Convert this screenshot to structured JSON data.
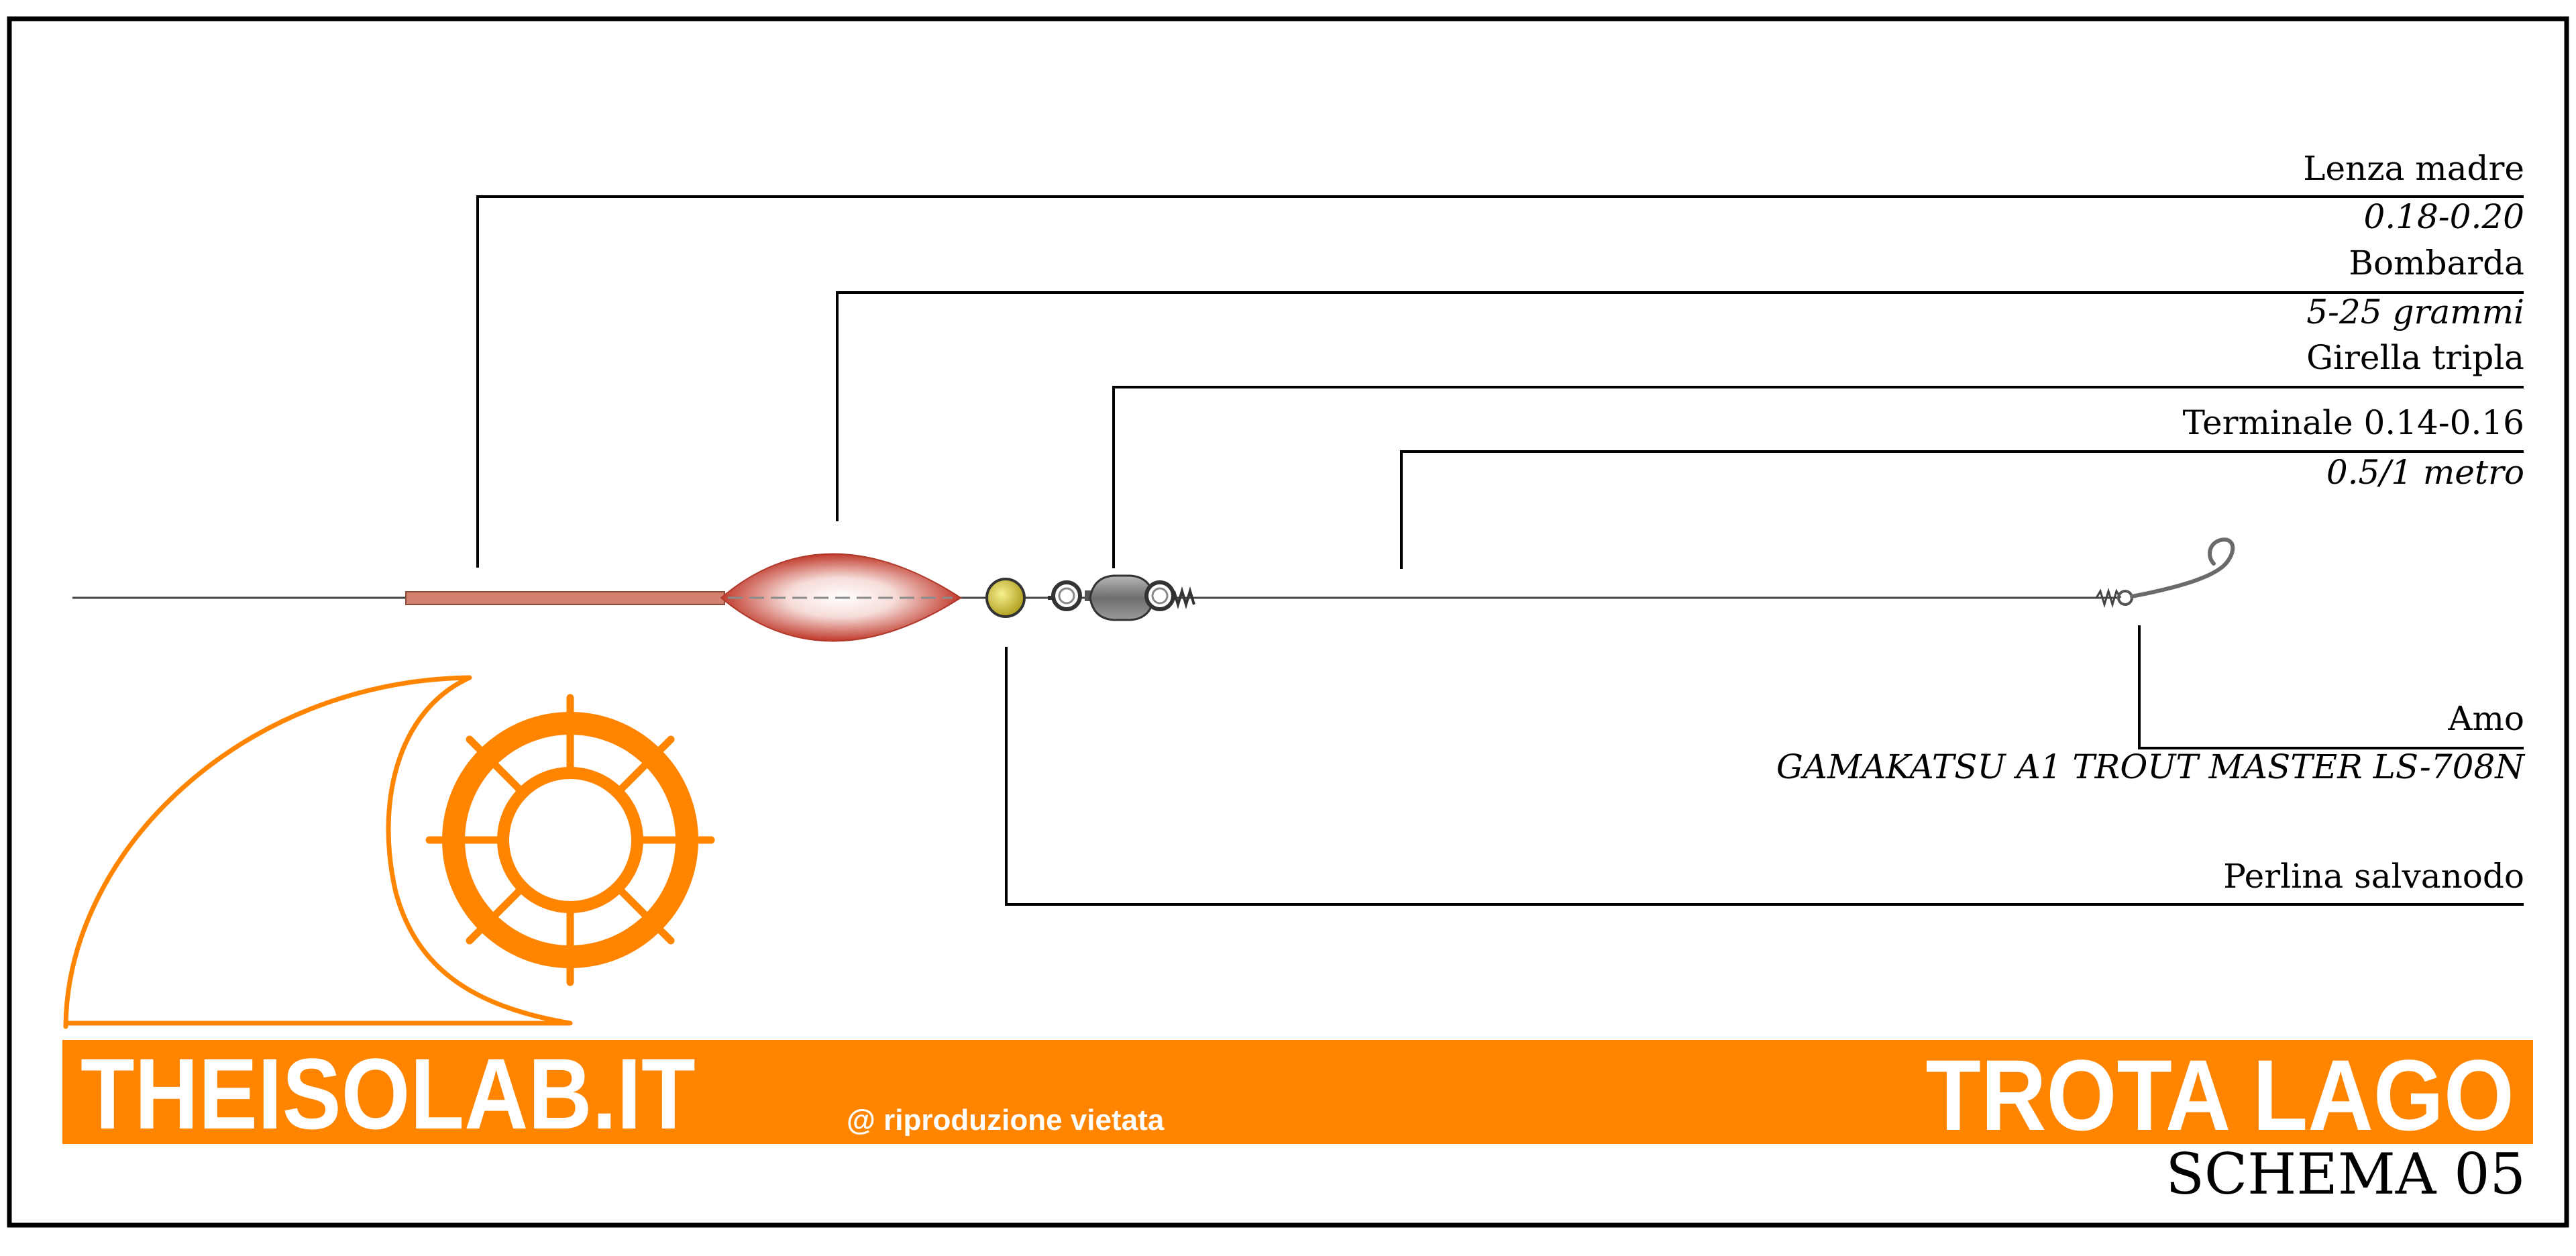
{
  "labels": {
    "lenza_madre": "Lenza madre",
    "lenza_madre_spec": "0.18-0.20",
    "bombarda": "Bombarda",
    "bombarda_spec": "5-25 grammi",
    "girella": "Girella tripla",
    "terminale": "Terminale 0.14-0.16",
    "terminale_spec": "0.5/1 metro",
    "amo": "Amo",
    "amo_spec": "GAMAKATSU A1 TROUT MASTER LS-708N",
    "perlina": "Perlina salvanodo"
  },
  "footer": {
    "brand": "THEISOLAB.IT",
    "copyright": "@ riproduzione vietata",
    "title": "TROTA LAGO",
    "subtitle": "SCHEMA 05"
  },
  "colors": {
    "orange": "#ff8400",
    "line": "#000000",
    "tube": "#d4826f",
    "float_red": "#c0392b",
    "bead": "#e3d23a",
    "swivel": "#808080"
  },
  "icons": {
    "logo": "wave-and-ship-wheel-icon",
    "hook": "fishing-hook-icon",
    "swivel": "triple-swivel-icon",
    "float": "bombarda-float-icon",
    "bead": "bead-icon"
  }
}
